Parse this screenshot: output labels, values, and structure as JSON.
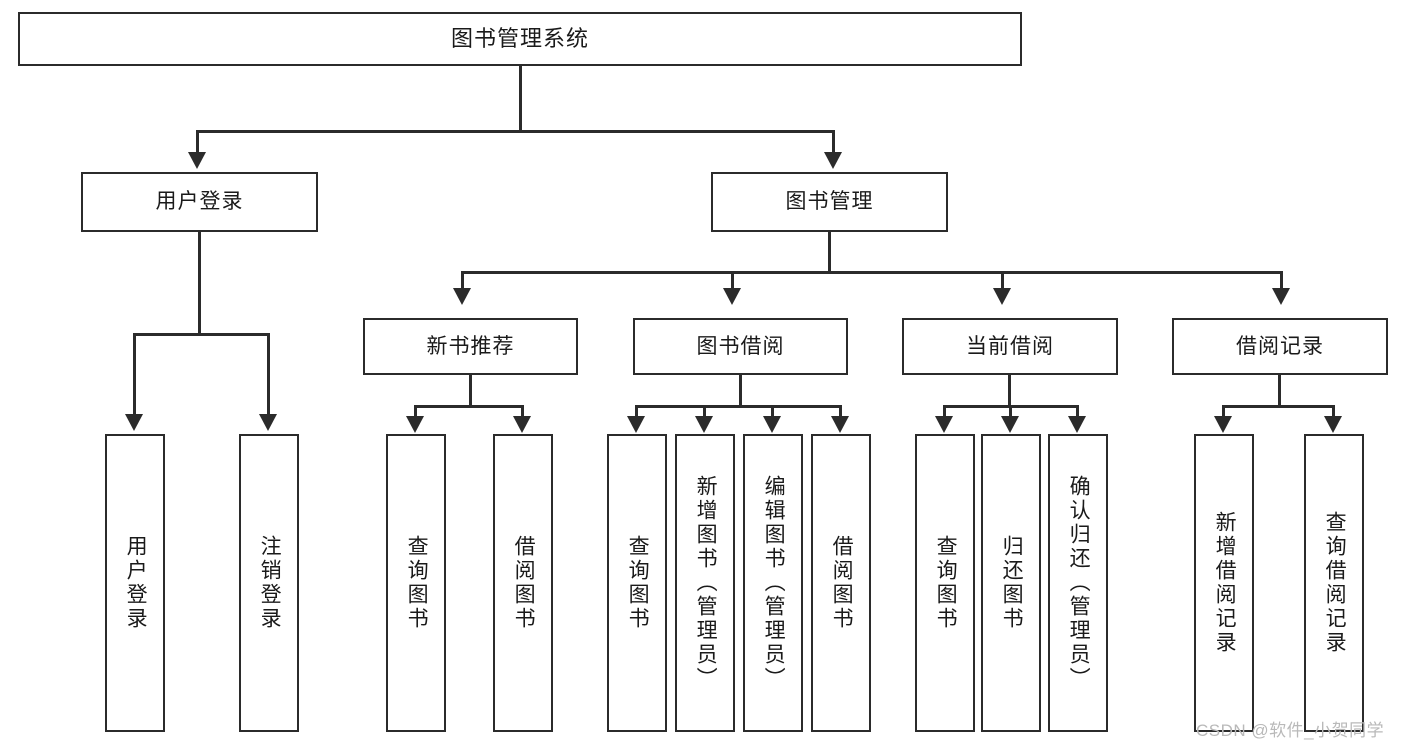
{
  "diagram": {
    "title": "图书管理系统",
    "type": "hierarchy-tree",
    "levels": 4,
    "root": {
      "id": "root",
      "label": "图书管理系统"
    },
    "level2": [
      {
        "id": "user-login",
        "label": "用户登录"
      },
      {
        "id": "book-management",
        "label": "图书管理"
      }
    ],
    "level3": [
      {
        "id": "new-book-recommend",
        "label": "新书推荐",
        "parent": "book-management"
      },
      {
        "id": "book-borrow",
        "label": "图书借阅",
        "parent": "book-management"
      },
      {
        "id": "current-borrow",
        "label": "当前借阅",
        "parent": "book-management"
      },
      {
        "id": "borrow-record",
        "label": "借阅记录",
        "parent": "book-management"
      }
    ],
    "leaves": {
      "user-login": [
        {
          "id": "leaf-user-login",
          "label": "用户登录"
        },
        {
          "id": "leaf-logout-login",
          "label": "注销登录"
        }
      ],
      "new-book-recommend": [
        {
          "id": "leaf-query-book-1",
          "label": "查询图书"
        },
        {
          "id": "leaf-borrow-book-1",
          "label": "借阅图书"
        }
      ],
      "book-borrow": [
        {
          "id": "leaf-query-book-2",
          "label": "查询图书"
        },
        {
          "id": "leaf-add-book",
          "label": "新增图书（管理员）"
        },
        {
          "id": "leaf-edit-book",
          "label": "编辑图书（管理员）"
        },
        {
          "id": "leaf-borrow-book-2",
          "label": "借阅图书"
        }
      ],
      "current-borrow": [
        {
          "id": "leaf-query-book-3",
          "label": "查询图书"
        },
        {
          "id": "leaf-return-book",
          "label": "归还图书"
        },
        {
          "id": "leaf-confirm-return",
          "label": "确认归还（管理员）"
        }
      ],
      "borrow-record": [
        {
          "id": "leaf-add-record",
          "label": "新增借阅记录"
        },
        {
          "id": "leaf-query-record",
          "label": "查询借阅记录"
        }
      ]
    }
  },
  "watermark": {
    "text": "CSDN @软件_小贺同学"
  },
  "colors": {
    "stroke": "#2b2b2b",
    "fill": "#ffffff",
    "text": "#1a1a1a",
    "watermark": "#b9b9b9"
  }
}
